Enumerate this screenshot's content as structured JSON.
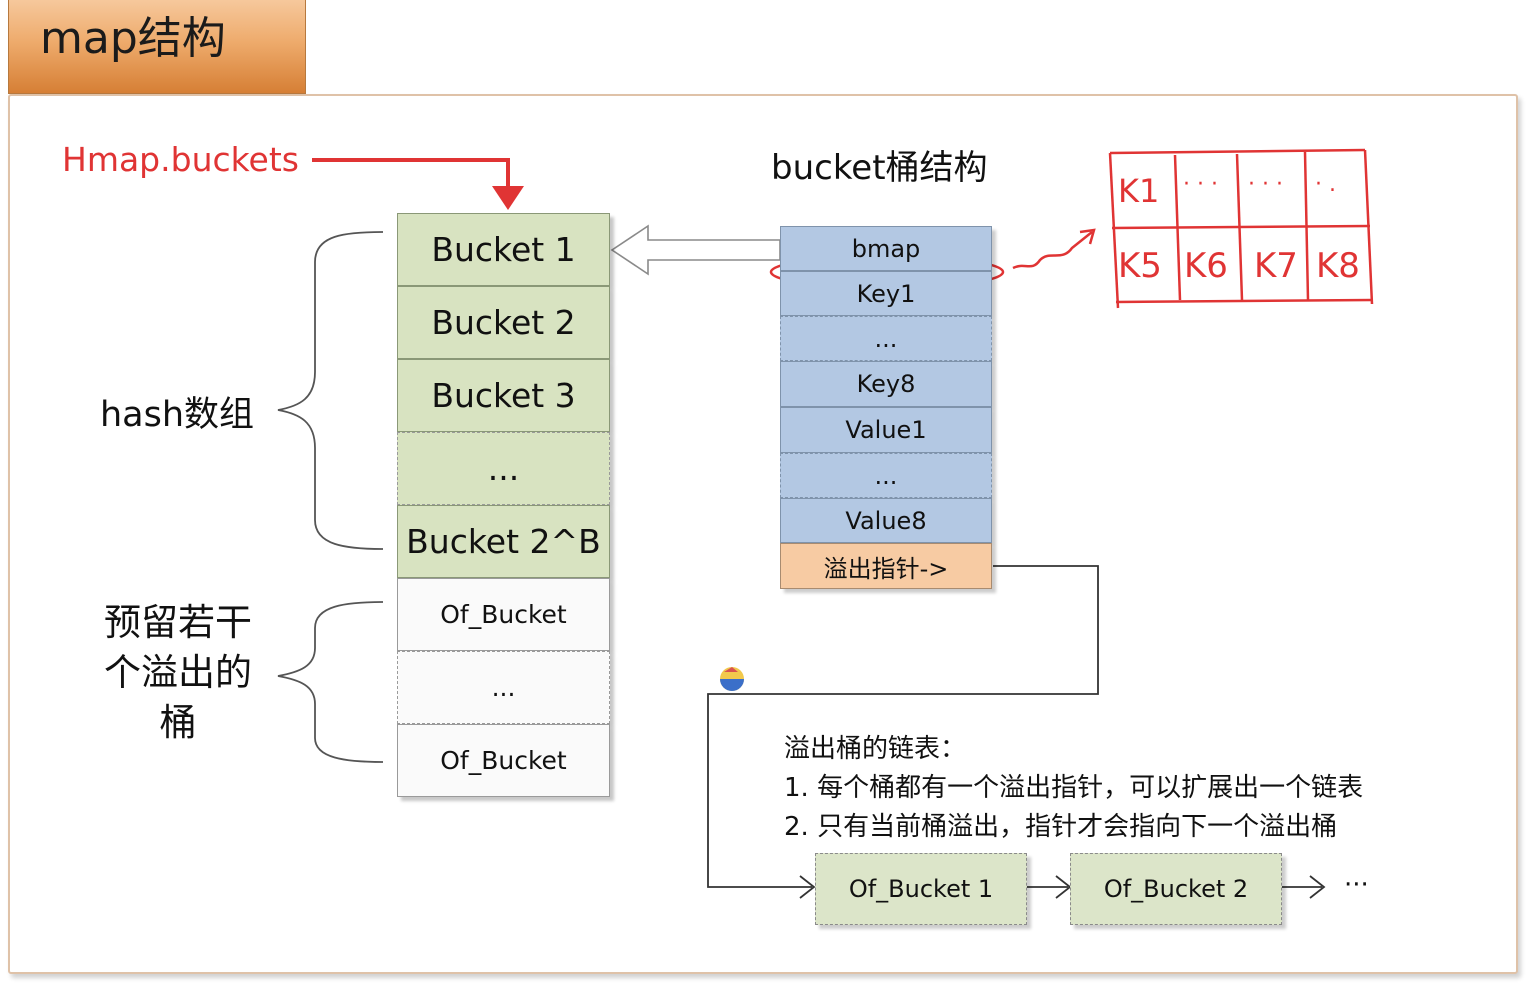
{
  "title": "map结构",
  "pointer_label": "Hmap.buckets",
  "bucket_struct_title": "bucket桶结构",
  "hash_array_label": "hash数组",
  "reserved_label": [
    "预留若干",
    "个溢出的",
    "桶"
  ],
  "hash_buckets": [
    "Bucket 1",
    "Bucket 2",
    "Bucket 3",
    "...",
    "Bucket 2^B"
  ],
  "overflow_buckets": [
    "Of_Bucket",
    "...",
    "Of_Bucket"
  ],
  "bucket_fields": [
    "bmap",
    "Key1",
    "...",
    "Key8",
    "Value1",
    "...",
    "Value8"
  ],
  "overflow_pointer": "溢出指针->",
  "note": {
    "title": "溢出桶的链表：",
    "line1": "1. 每个桶都有一个溢出指针，可以扩展出一个链表",
    "line2": "2. 只有当前桶溢出，指针才会指向下一个溢出桶"
  },
  "chain": [
    "Of_Bucket 1",
    "Of_Bucket 2",
    "···"
  ],
  "handwritten_table": {
    "row1": [
      "K1",
      "· · ·",
      "· · ·",
      "· ."
    ],
    "row2": [
      "K5",
      "K6",
      "K7",
      "K8"
    ]
  },
  "colors": {
    "accent_red": "#e03434",
    "hash_green": "#d8e3c1",
    "bucket_blue": "#b3c8e3",
    "pointer_orange": "#f7cba3"
  }
}
